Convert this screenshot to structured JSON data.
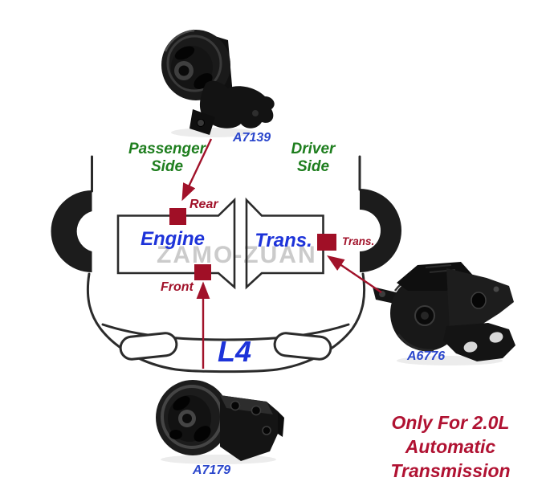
{
  "watermark": "ZAMO-ZUAN",
  "sides": {
    "passenger_line1": "Passenger",
    "passenger_line2": "Side",
    "driver_line1": "Driver",
    "driver_line2": "Side"
  },
  "zones": {
    "engine": "Engine",
    "transmission": "Trans.",
    "engine_layout": "L4"
  },
  "mounts": {
    "rear": {
      "label": "Rear",
      "part_number": "A7139"
    },
    "front": {
      "label": "Front",
      "part_number": "A7179"
    },
    "trans": {
      "label": "Trans.",
      "part_number": "A6776"
    }
  },
  "note": {
    "line1": "Only For 2.0L",
    "line2": "Automatic Transmission"
  },
  "colors": {
    "green_label": "#1e7e1e",
    "blue_zone": "#1d33d9",
    "blue_part_number": "#2b47cc",
    "red_marker": "#a00f26",
    "red_arrow": "#a1122a",
    "note_red": "#b01232",
    "car_outline": "#2b2b2b",
    "watermark_gray": "#cbcbcb"
  }
}
